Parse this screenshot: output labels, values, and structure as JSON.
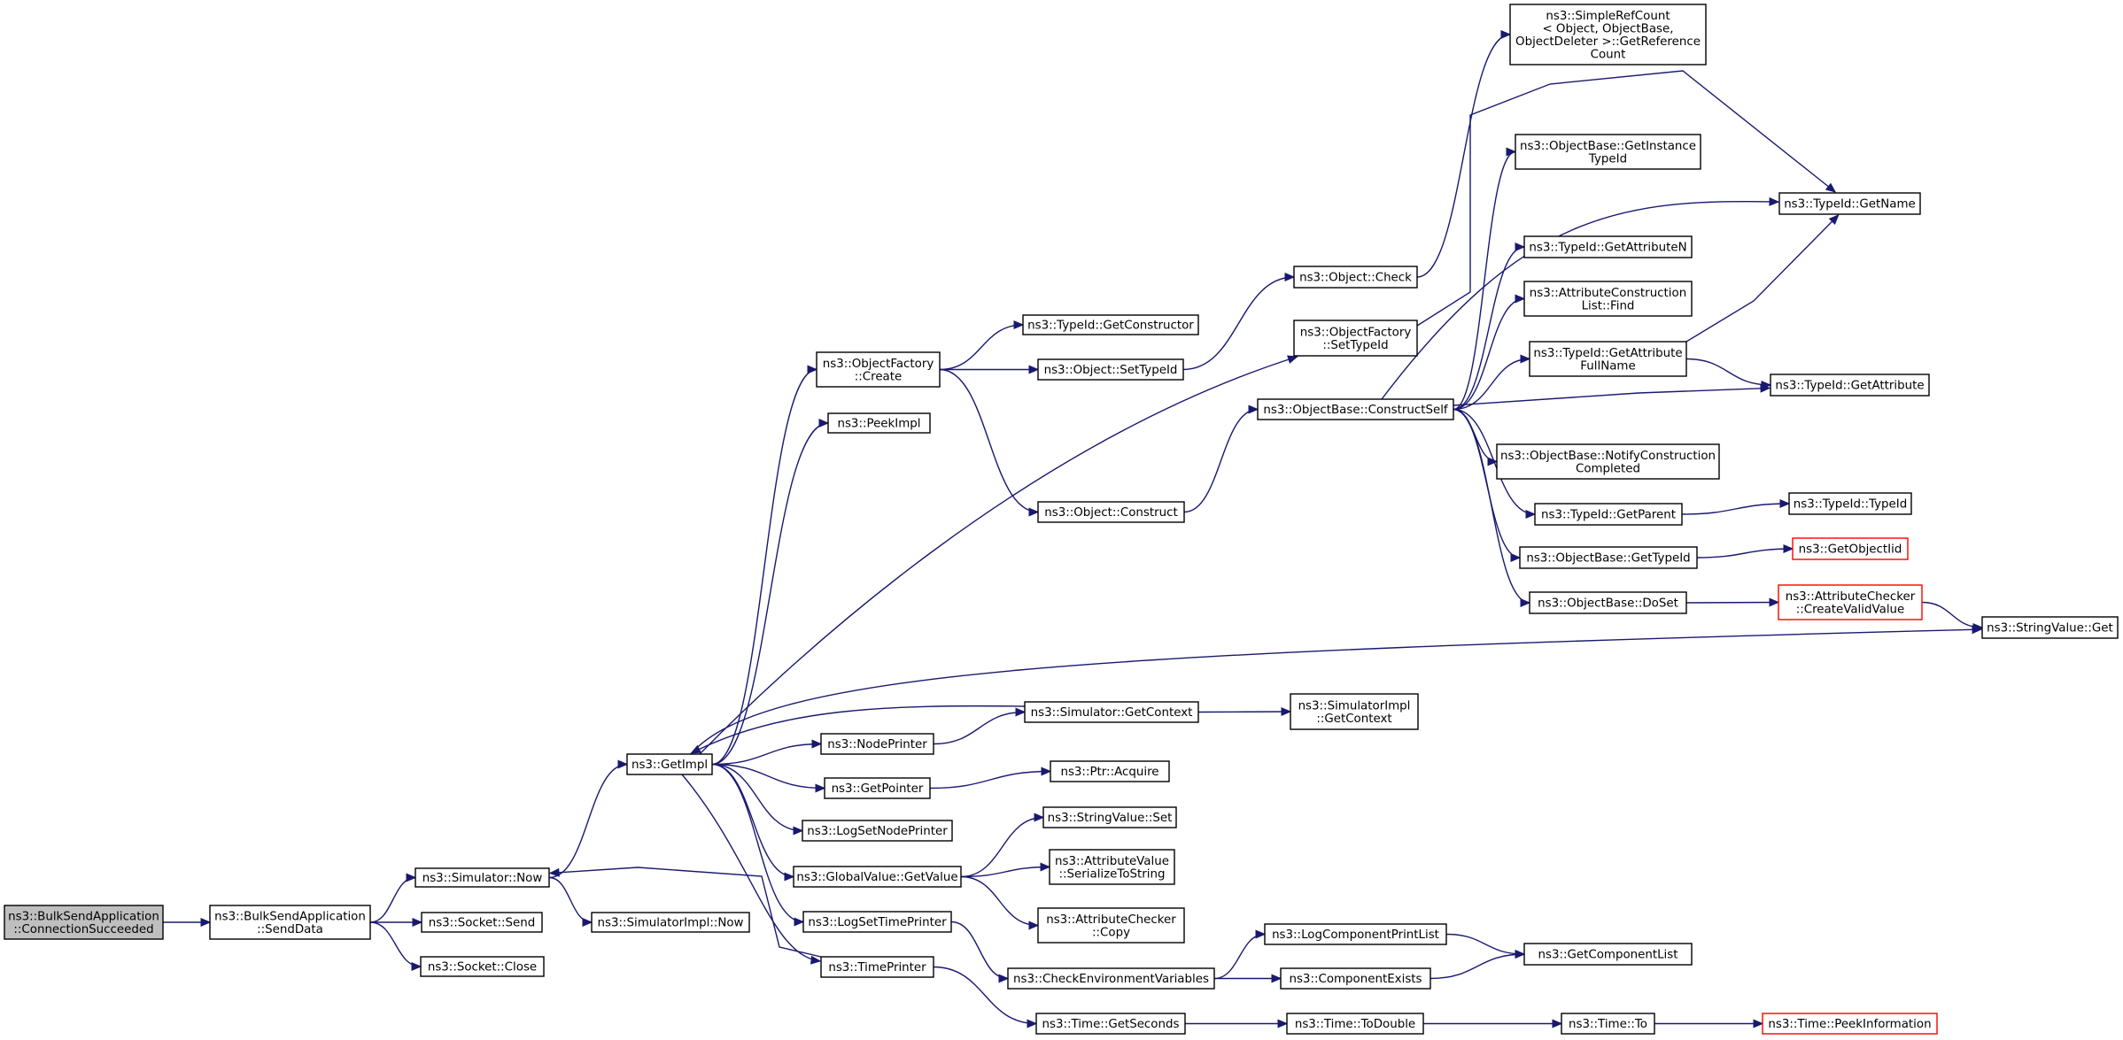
{
  "graph": {
    "colors": {
      "edge": "#191970",
      "node_border": "#000000",
      "root_fill": "#bfbfbf",
      "truncated_border": "#ff0000",
      "background": "#ffffff"
    },
    "nodes": [
      {
        "id": "n_root",
        "lines": [
          "ns3::BulkSendApplication",
          "::ConnectionSucceeded"
        ],
        "style": "root"
      },
      {
        "id": "n_senddata",
        "lines": [
          "ns3::BulkSendApplication",
          "::SendData"
        ]
      },
      {
        "id": "n_sim_now",
        "lines": [
          "ns3::Simulator::Now"
        ]
      },
      {
        "id": "n_sock_send",
        "lines": [
          "ns3::Socket::Send"
        ]
      },
      {
        "id": "n_sock_close",
        "lines": [
          "ns3::Socket::Close"
        ]
      },
      {
        "id": "n_getimpl",
        "lines": [
          "ns3::GetImpl"
        ]
      },
      {
        "id": "n_simimpl_now",
        "lines": [
          "ns3::SimulatorImpl::Now"
        ]
      },
      {
        "id": "n_of_create",
        "lines": [
          "ns3::ObjectFactory",
          "::Create"
        ]
      },
      {
        "id": "n_peekimpl",
        "lines": [
          "ns3::PeekImpl"
        ]
      },
      {
        "id": "n_nodeprinter",
        "lines": [
          "ns3::NodePrinter"
        ]
      },
      {
        "id": "n_getpointer",
        "lines": [
          "ns3::GetPointer"
        ]
      },
      {
        "id": "n_logsetnodeprinter",
        "lines": [
          "ns3::LogSetNodePrinter"
        ]
      },
      {
        "id": "n_gv_getvalue",
        "lines": [
          "ns3::GlobalValue::GetValue"
        ]
      },
      {
        "id": "n_logsettimeprinter",
        "lines": [
          "ns3::LogSetTimePrinter"
        ]
      },
      {
        "id": "n_timeprinter",
        "lines": [
          "ns3::TimePrinter"
        ]
      },
      {
        "id": "n_typeid_getconstructor",
        "lines": [
          "ns3::TypeId::GetConstructor"
        ]
      },
      {
        "id": "n_object_settypeid",
        "lines": [
          "ns3::Object::SetTypeId"
        ]
      },
      {
        "id": "n_object_construct",
        "lines": [
          "ns3::Object::Construct"
        ]
      },
      {
        "id": "n_sim_getcontext",
        "lines": [
          "ns3::Simulator::GetContext"
        ]
      },
      {
        "id": "n_ptr_acquire",
        "lines": [
          "ns3::Ptr::Acquire"
        ]
      },
      {
        "id": "n_stringvalue_set",
        "lines": [
          "ns3::StringValue::Set"
        ]
      },
      {
        "id": "n_attrvalue_serialize",
        "lines": [
          "ns3::AttributeValue",
          "::SerializeToString"
        ]
      },
      {
        "id": "n_attrchecker_copy",
        "lines": [
          "ns3::AttributeChecker",
          "::Copy"
        ]
      },
      {
        "id": "n_checkenv",
        "lines": [
          "ns3::CheckEnvironmentVariables"
        ]
      },
      {
        "id": "n_time_getseconds",
        "lines": [
          "ns3::Time::GetSeconds"
        ]
      },
      {
        "id": "n_object_check",
        "lines": [
          "ns3::Object::Check"
        ]
      },
      {
        "id": "n_of_settypeid",
        "lines": [
          "ns3::ObjectFactory",
          "::SetTypeId"
        ]
      },
      {
        "id": "n_ob_constructself",
        "lines": [
          "ns3::ObjectBase::ConstructSelf"
        ]
      },
      {
        "id": "n_simimpl_getcontext",
        "lines": [
          "ns3::SimulatorImpl",
          "::GetContext"
        ]
      },
      {
        "id": "n_logcompprintlist",
        "lines": [
          "ns3::LogComponentPrintList"
        ]
      },
      {
        "id": "n_compexists",
        "lines": [
          "ns3::ComponentExists"
        ]
      },
      {
        "id": "n_time_todouble",
        "lines": [
          "ns3::Time::ToDouble"
        ]
      },
      {
        "id": "n_simplerefcount",
        "lines": [
          "ns3::SimpleRefCount",
          "< Object, ObjectBase,",
          "ObjectDeleter >::GetReference",
          "Count"
        ]
      },
      {
        "id": "n_ob_getinstancetypeid",
        "lines": [
          "ns3::ObjectBase::GetInstance",
          "TypeId"
        ]
      },
      {
        "id": "n_typeid_getattributen",
        "lines": [
          "ns3::TypeId::GetAttributeN"
        ]
      },
      {
        "id": "n_attrconstr_find",
        "lines": [
          "ns3::AttributeConstruction",
          "List::Find"
        ]
      },
      {
        "id": "n_typeid_getattrfullname",
        "lines": [
          "ns3::TypeId::GetAttribute",
          "FullName"
        ]
      },
      {
        "id": "n_ob_notifyconstr",
        "lines": [
          "ns3::ObjectBase::NotifyConstruction",
          "Completed"
        ]
      },
      {
        "id": "n_typeid_getparent",
        "lines": [
          "ns3::TypeId::GetParent"
        ]
      },
      {
        "id": "n_ob_gettypeid",
        "lines": [
          "ns3::ObjectBase::GetTypeId"
        ]
      },
      {
        "id": "n_ob_doset",
        "lines": [
          "ns3::ObjectBase::DoSet"
        ]
      },
      {
        "id": "n_getcomponentlist",
        "lines": [
          "ns3::GetComponentList"
        ]
      },
      {
        "id": "n_time_to",
        "lines": [
          "ns3::Time::To"
        ]
      },
      {
        "id": "n_typeid_getname",
        "lines": [
          "ns3::TypeId::GetName"
        ]
      },
      {
        "id": "n_typeid_getattribute",
        "lines": [
          "ns3::TypeId::GetAttribute"
        ]
      },
      {
        "id": "n_typeid_typeid",
        "lines": [
          "ns3::TypeId::TypeId"
        ]
      },
      {
        "id": "n_getobjectiid",
        "lines": [
          "ns3::GetObjectIid"
        ],
        "style": "red"
      },
      {
        "id": "n_attrchecker_createvalid",
        "lines": [
          "ns3::AttributeChecker",
          "::CreateValidValue"
        ],
        "style": "red"
      },
      {
        "id": "n_stringvalue_get",
        "lines": [
          "ns3::StringValue::Get"
        ]
      },
      {
        "id": "n_time_peekinfo",
        "lines": [
          "ns3::Time::PeekInformation"
        ],
        "style": "red"
      }
    ],
    "edges": [
      {
        "from": "n_root",
        "to": "n_senddata"
      },
      {
        "from": "n_senddata",
        "to": "n_sim_now"
      },
      {
        "from": "n_senddata",
        "to": "n_sock_send"
      },
      {
        "from": "n_senddata",
        "to": "n_sock_close"
      },
      {
        "from": "n_sim_now",
        "to": "n_getimpl"
      },
      {
        "from": "n_sim_now",
        "to": "n_simimpl_now"
      },
      {
        "from": "n_getimpl",
        "to": "n_of_create"
      },
      {
        "from": "n_getimpl",
        "to": "n_peekimpl"
      },
      {
        "from": "n_getimpl",
        "to": "n_of_settypeid"
      },
      {
        "from": "n_getimpl",
        "to": "n_nodeprinter"
      },
      {
        "from": "n_getimpl",
        "to": "n_getpointer"
      },
      {
        "from": "n_getimpl",
        "to": "n_logsetnodeprinter"
      },
      {
        "from": "n_getimpl",
        "to": "n_gv_getvalue"
      },
      {
        "from": "n_getimpl",
        "to": "n_logsettimeprinter"
      },
      {
        "from": "n_getimpl",
        "to": "n_timeprinter"
      },
      {
        "from": "n_of_create",
        "to": "n_typeid_getconstructor"
      },
      {
        "from": "n_of_create",
        "to": "n_object_settypeid"
      },
      {
        "from": "n_of_create",
        "to": "n_object_construct"
      },
      {
        "from": "n_object_settypeid",
        "to": "n_object_check"
      },
      {
        "from": "n_object_construct",
        "to": "n_ob_constructself"
      },
      {
        "from": "n_object_check",
        "to": "n_simplerefcount"
      },
      {
        "from": "n_of_settypeid",
        "to": "n_typeid_getname"
      },
      {
        "from": "n_ob_constructself",
        "to": "n_ob_getinstancetypeid"
      },
      {
        "from": "n_ob_constructself",
        "to": "n_typeid_getname"
      },
      {
        "from": "n_ob_constructself",
        "to": "n_typeid_getattributen"
      },
      {
        "from": "n_ob_constructself",
        "to": "n_attrconstr_find"
      },
      {
        "from": "n_ob_constructself",
        "to": "n_typeid_getattrfullname"
      },
      {
        "from": "n_ob_constructself",
        "to": "n_typeid_getattribute"
      },
      {
        "from": "n_ob_constructself",
        "to": "n_ob_notifyconstr"
      },
      {
        "from": "n_ob_constructself",
        "to": "n_typeid_getparent"
      },
      {
        "from": "n_ob_constructself",
        "to": "n_ob_gettypeid"
      },
      {
        "from": "n_ob_constructself",
        "to": "n_ob_doset"
      },
      {
        "from": "n_typeid_getattrfullname",
        "to": "n_typeid_getname"
      },
      {
        "from": "n_typeid_getattrfullname",
        "to": "n_typeid_getattribute"
      },
      {
        "from": "n_typeid_getparent",
        "to": "n_typeid_typeid"
      },
      {
        "from": "n_ob_gettypeid",
        "to": "n_getobjectiid"
      },
      {
        "from": "n_ob_doset",
        "to": "n_attrchecker_createvalid"
      },
      {
        "from": "n_attrchecker_createvalid",
        "to": "n_stringvalue_get"
      },
      {
        "from": "n_sim_getcontext",
        "to": "n_getimpl"
      },
      {
        "from": "n_sim_getcontext",
        "to": "n_simimpl_getcontext"
      },
      {
        "from": "n_nodeprinter",
        "to": "n_sim_getcontext"
      },
      {
        "from": "n_getpointer",
        "to": "n_ptr_acquire"
      },
      {
        "from": "n_gv_getvalue",
        "to": "n_stringvalue_set"
      },
      {
        "from": "n_gv_getvalue",
        "to": "n_attrvalue_serialize"
      },
      {
        "from": "n_gv_getvalue",
        "to": "n_attrchecker_copy"
      },
      {
        "from": "n_gv_getvalue",
        "to": "n_stringvalue_get"
      },
      {
        "from": "n_logsettimeprinter",
        "to": "n_checkenv"
      },
      {
        "from": "n_checkenv",
        "to": "n_logcompprintlist"
      },
      {
        "from": "n_checkenv",
        "to": "n_compexists"
      },
      {
        "from": "n_logcompprintlist",
        "to": "n_getcomponentlist"
      },
      {
        "from": "n_compexists",
        "to": "n_getcomponentlist"
      },
      {
        "from": "n_timeprinter",
        "to": "n_sim_now"
      },
      {
        "from": "n_timeprinter",
        "to": "n_time_getseconds"
      },
      {
        "from": "n_time_getseconds",
        "to": "n_time_todouble"
      },
      {
        "from": "n_time_todouble",
        "to": "n_time_to"
      },
      {
        "from": "n_time_to",
        "to": "n_time_peekinfo"
      }
    ]
  }
}
